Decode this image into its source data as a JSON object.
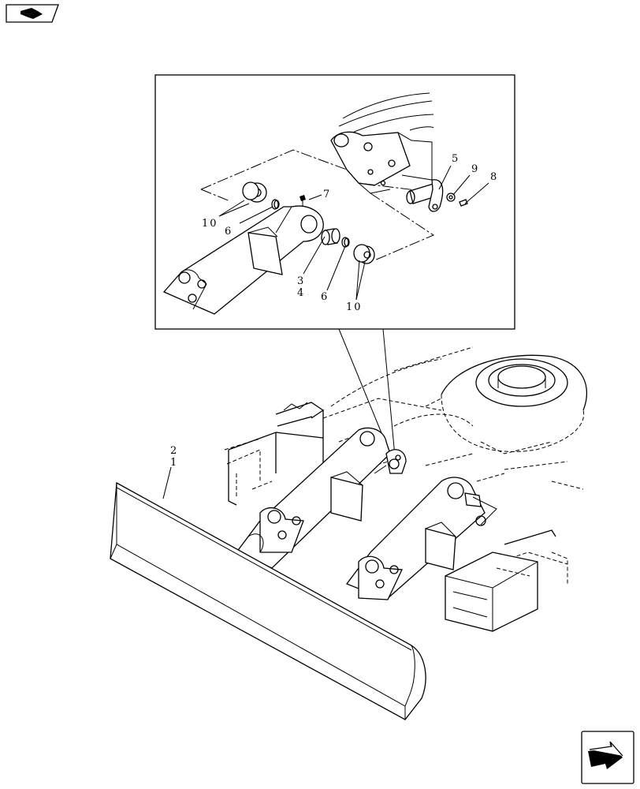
{
  "callouts": {
    "p2": "2",
    "p1": "1",
    "p3": "3",
    "p4": "4",
    "p5": "5",
    "p6a": "6",
    "p6b": "6",
    "p7": "7",
    "p8": "8",
    "p9": "9",
    "p10a": "10",
    "p10b": "10"
  },
  "icons": {
    "top_left": "book-icon",
    "bottom_right": "next-page-arrow-icon"
  },
  "colors": {
    "ink": "#000000",
    "paper": "#ffffff"
  }
}
